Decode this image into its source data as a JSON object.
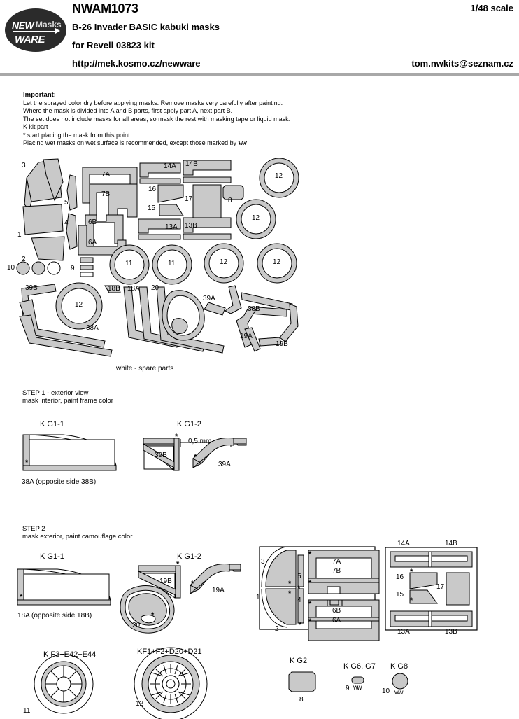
{
  "header": {
    "code": "NWAM1073",
    "scale": "1/48 scale",
    "product": "B-26 Invader BASIC kabuki masks",
    "kit": "for Revell 03823 kit",
    "url": "http://mek.kosmo.cz/newware",
    "email": "tom.nwkits@seznam.cz",
    "logo": {
      "new": "NEW",
      "masks": "Masks",
      "ware": "WARE"
    }
  },
  "important": {
    "title": "Important:",
    "lines": [
      "Let the sprayed color dry before applying masks. Remove masks very carefully after painting.",
      "Where the mask is divided into A and B parts, first apply part A, next part B.",
      "The set does not include masks for all areas, so mask the rest with masking tape or liquid mask.",
      "K kit part",
      "* start placing the mask from this point"
    ],
    "wet_line_pre": "Placing wet masks on wet surface is recommended, except those marked by ",
    "wet_glyph": "ww"
  },
  "sheet": {
    "caption": "white - spare parts",
    "labels": [
      "3",
      "7A",
      "14A",
      "14B",
      "12",
      "7B",
      "16",
      "5",
      "15",
      "17",
      "8",
      "4",
      "6B",
      "13A",
      "13B",
      "12",
      "1",
      "6A",
      "11",
      "11",
      "12",
      "12",
      "2",
      "10",
      "9",
      "39B",
      "12",
      "18B",
      "18A",
      "20",
      "39A",
      "38B",
      "38A",
      "19A",
      "19B"
    ]
  },
  "step1": {
    "title": "STEP 1 - exterior view",
    "subtitle": "mask interior, paint frame color",
    "group_left": "K G1-1",
    "group_right": "K G1-2",
    "left_label": "38A (opposite side 38B)",
    "dim": "0,5 mm",
    "part_39b": "39B",
    "part_39a": "39A",
    "star": "*"
  },
  "step2": {
    "title": "STEP 2",
    "subtitle": "mask exterior, paint camouflage color",
    "group_left": "K G1-1",
    "group_mid": "K G1-2",
    "left_label": "18A (opposite side 18B)",
    "part_19b": "19B",
    "part_19a": "19A",
    "part_20": "20",
    "star": "*",
    "nose_labels": [
      "3",
      "5",
      "1",
      "4",
      "2",
      "7A",
      "7B",
      "6B",
      "6A"
    ],
    "tail_labels": [
      "14A",
      "14B",
      "16",
      "15",
      "17",
      "13A",
      "13B"
    ]
  },
  "wheels": {
    "small": {
      "kit": "K F3+E42+E44",
      "number": "11"
    },
    "large": {
      "kit": "KF1+F2+D20+D21",
      "number": "12"
    }
  },
  "small_parts": {
    "g2": {
      "kit": "K G2",
      "number": "8"
    },
    "g67": {
      "kit": "K G6, G7",
      "number": "9",
      "glyph": "ww"
    },
    "g8": {
      "kit": "K G8",
      "number": "10",
      "glyph": "ww"
    }
  },
  "colors": {
    "mask_fill": "#c9c9c9",
    "outline": "#000000",
    "rule": "#a8a8a8",
    "logo_bg": "#2b2b2b"
  }
}
